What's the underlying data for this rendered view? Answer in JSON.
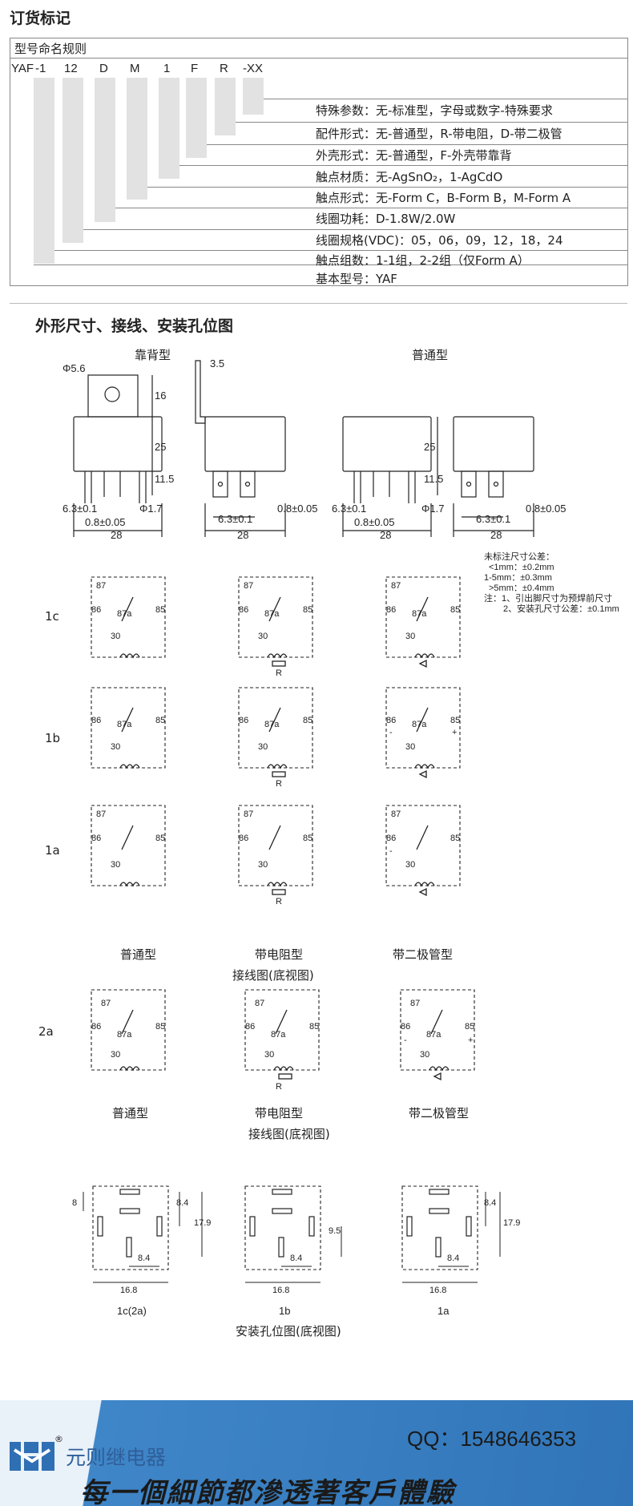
{
  "order": {
    "title": "订货标记",
    "rule_title": "型号命名规则",
    "code_parts": [
      "YAF",
      "-1",
      "12",
      "D",
      "M",
      "1",
      "F",
      "R",
      "-XX"
    ],
    "descriptions": [
      "特殊参数：无-标准型，字母或数字-特殊要求",
      "配件形式：无-普通型，R-带电阻，D-带二极管",
      "外壳形式：无-普通型，F-外壳带靠背",
      "触点材质：无-AgSnO₂，1-AgCdO",
      "触点形式：无-Form C，B-Form B，M-Form A",
      "线圈功耗：D-1.8W/2.0W",
      "线圈规格(VDC)：05，06，09，12，18，24",
      "触点组数：1-1组，2-2组（仅Form A）",
      "基本型号：YAF"
    ]
  },
  "dims": {
    "title": "外形尺寸、接线、安装孔位图",
    "label_back": "靠背型",
    "label_normal": "普通型",
    "d_hole": "Φ5.6",
    "d_35": "3.5",
    "d_16": "16",
    "d_25": "25",
    "d_115": "11.5",
    "d_63": "6.3±0.1",
    "d_08": "0.8±0.05",
    "d_28": "28",
    "d_phi17": "Φ1.7",
    "tol_title": "未标注尺寸公差：",
    "tol_1": "<1mm：±0.2mm",
    "tol_2": "1-5mm：±0.3mm",
    "tol_3": ">5mm：±0.4mm",
    "note_1": "注：1、引出脚尺寸为预焊前尺寸",
    "note_2": "2、安装孔尺寸公差：±0.1mm"
  },
  "wiring": {
    "rows": [
      "1c",
      "1b",
      "1a",
      "2a"
    ],
    "pin_87": "87",
    "pin_87a": "87a",
    "pin_86": "86",
    "pin_85": "85",
    "pin_30": "30",
    "r": "R",
    "minus": "-",
    "plus": "+",
    "col_normal": "普通型",
    "col_resistor": "带电阻型",
    "col_diode": "带二极管型",
    "caption": "接线图(底视图)"
  },
  "holes": {
    "d8": "8",
    "d84": "8.4",
    "d179": "17.9",
    "d95": "9.5",
    "d168": "16.8",
    "labels": [
      "1c(2a)",
      "1b",
      "1a"
    ],
    "caption": "安装孔位图(底视图)"
  },
  "banner": {
    "brand": "元则继电器",
    "reg": "®",
    "slogan": "每一個細節都滲透著客戶體驗",
    "qq": "QQ：1548646353",
    "colors": {
      "blue": "#3f86c8",
      "dark": "#1a1a1a"
    }
  }
}
